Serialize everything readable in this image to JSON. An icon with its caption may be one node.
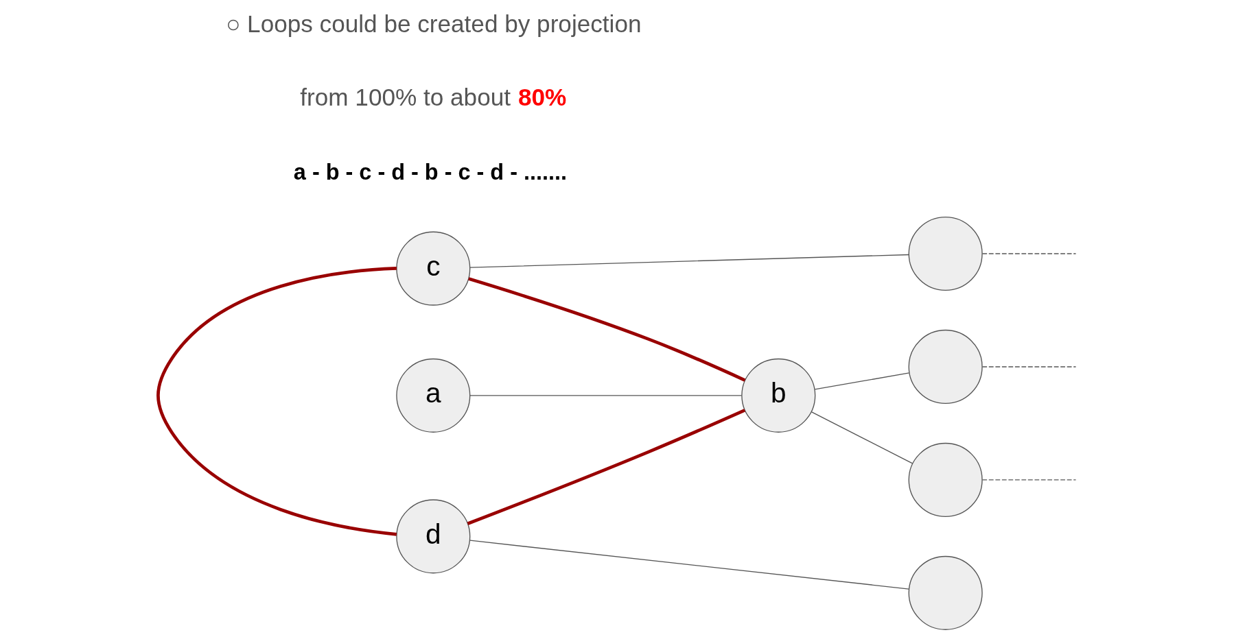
{
  "diagram": {
    "nodes": [
      {
        "text": [],
        "shape": "circle"
      },
      {
        "text": [
          "c"
        ]
      },
      {
        "text": [
          "a"
        ]
      },
      {
        "text": [
          "b"
        ]
      },
      {
        "text": [],
        "shape": "circle"
      },
      {
        "text": [
          "d"
        ]
      },
      {
        "text": [],
        "shape": "circle"
      },
      {
        "text": [],
        "shape": "circle"
      }
    ],
    "edges": [
      {
        "from": 2,
        "to": 3,
        "arrow": "none"
      },
      {
        "from": 1,
        "to": 3,
        "arrow": "none",
        "style": "thick",
        "color": "#990000"
      },
      {
        "from": 1,
        "to": 5,
        "arrow": "none",
        "style": "thick",
        "color": "#990000"
      },
      {
        "from": 3,
        "to": 5,
        "arrow": "none",
        "style": "thick",
        "color": "#990000"
      },
      {
        "from": 1,
        "to": 0,
        "arrow": "none"
      },
      {
        "from": 3,
        "to": 4,
        "arrow": "none"
      },
      {
        "from": 3,
        "to": 6,
        "arrow": "none"
      },
      {
        "from": 5,
        "to": 7,
        "arrow": "none"
      },
      {
        "from": 0,
        "to": null,
        "arrow": "none",
        "style": "dashed"
      },
      {
        "from": 4,
        "to": null,
        "arrow": "none",
        "style": "dashed"
      },
      {
        "from": 6,
        "to": null,
        "arrow": "none",
        "style": "dashed"
      }
    ],
    "labels": [
      "○ Loops could be created by projection",
      "from 100% to about **80%**",
      "a - b - c - d - b - c - d - ......."
    ]
  }
}
